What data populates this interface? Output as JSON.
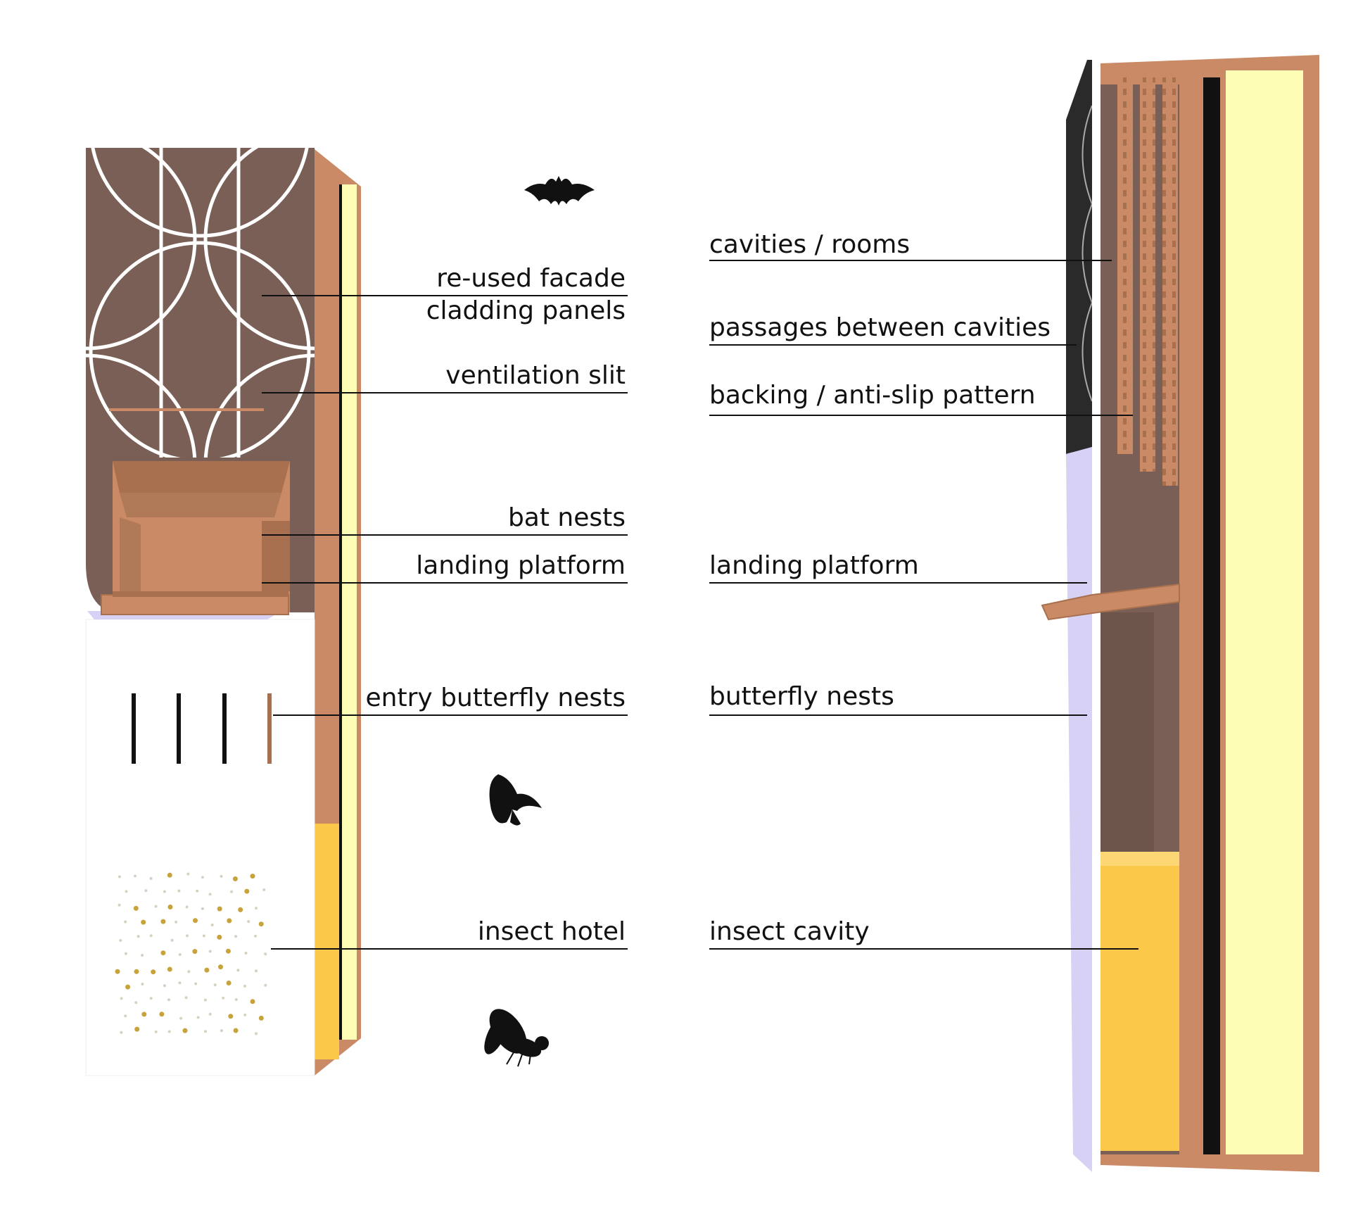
{
  "colors": {
    "copper": "#c98a65",
    "copper_dark": "#a8704e",
    "panel_brown": "#7a5f56",
    "cream": "#fdfdb6",
    "yellow": "#fbc84a",
    "lavender": "#d6d1f5",
    "black": "#111111"
  },
  "icons": {
    "bat": "bat-icon",
    "butterfly": "butterfly-icon",
    "fly": "fly-icon"
  },
  "labels": {
    "left": {
      "facade_line1": "re-used facade",
      "facade_line2": "cladding panels",
      "ventilation_slit": "ventilation  slit",
      "bat_nests": "bat nests",
      "landing_platform": "landing platform",
      "entry_butterfly_nests": "entry butterfly nests",
      "insect_hotel": "insect hotel"
    },
    "right": {
      "cavities_rooms": "cavities / rooms",
      "passages_between_cavities": "passages between cavities",
      "backing_anti_slip": "backing / anti-slip pattern",
      "landing_platform": "landing platform",
      "butterfly_nests": "butterfly nests",
      "insect_cavity": "insect cavity"
    }
  }
}
